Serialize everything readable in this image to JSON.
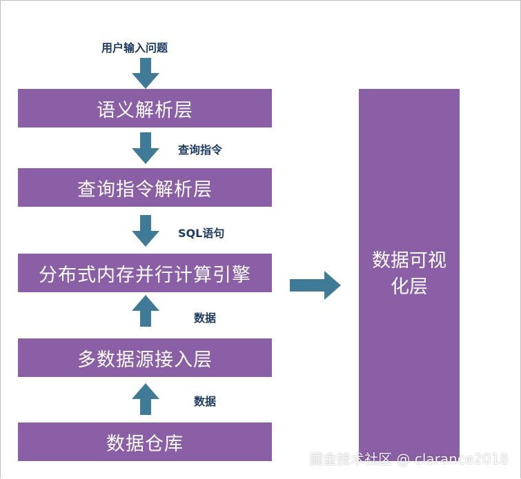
{
  "colors": {
    "box": "#8a5fa6",
    "arrow": "#3f7a96",
    "label": "#1d3b63"
  },
  "diagram": {
    "top_label": "用户输入问题",
    "layers": [
      "语义解析层",
      "查询指令解析层",
      "分布式内存并行计算引擎",
      "多数据源接入层",
      "数据仓库"
    ],
    "edge_labels": [
      "查询指令",
      "SQL语句",
      "数据",
      "数据"
    ],
    "viz_layer_line1": "数据可视",
    "viz_layer_line2": "化层"
  },
  "watermark": "掘金技术社区 @ clarance2018"
}
